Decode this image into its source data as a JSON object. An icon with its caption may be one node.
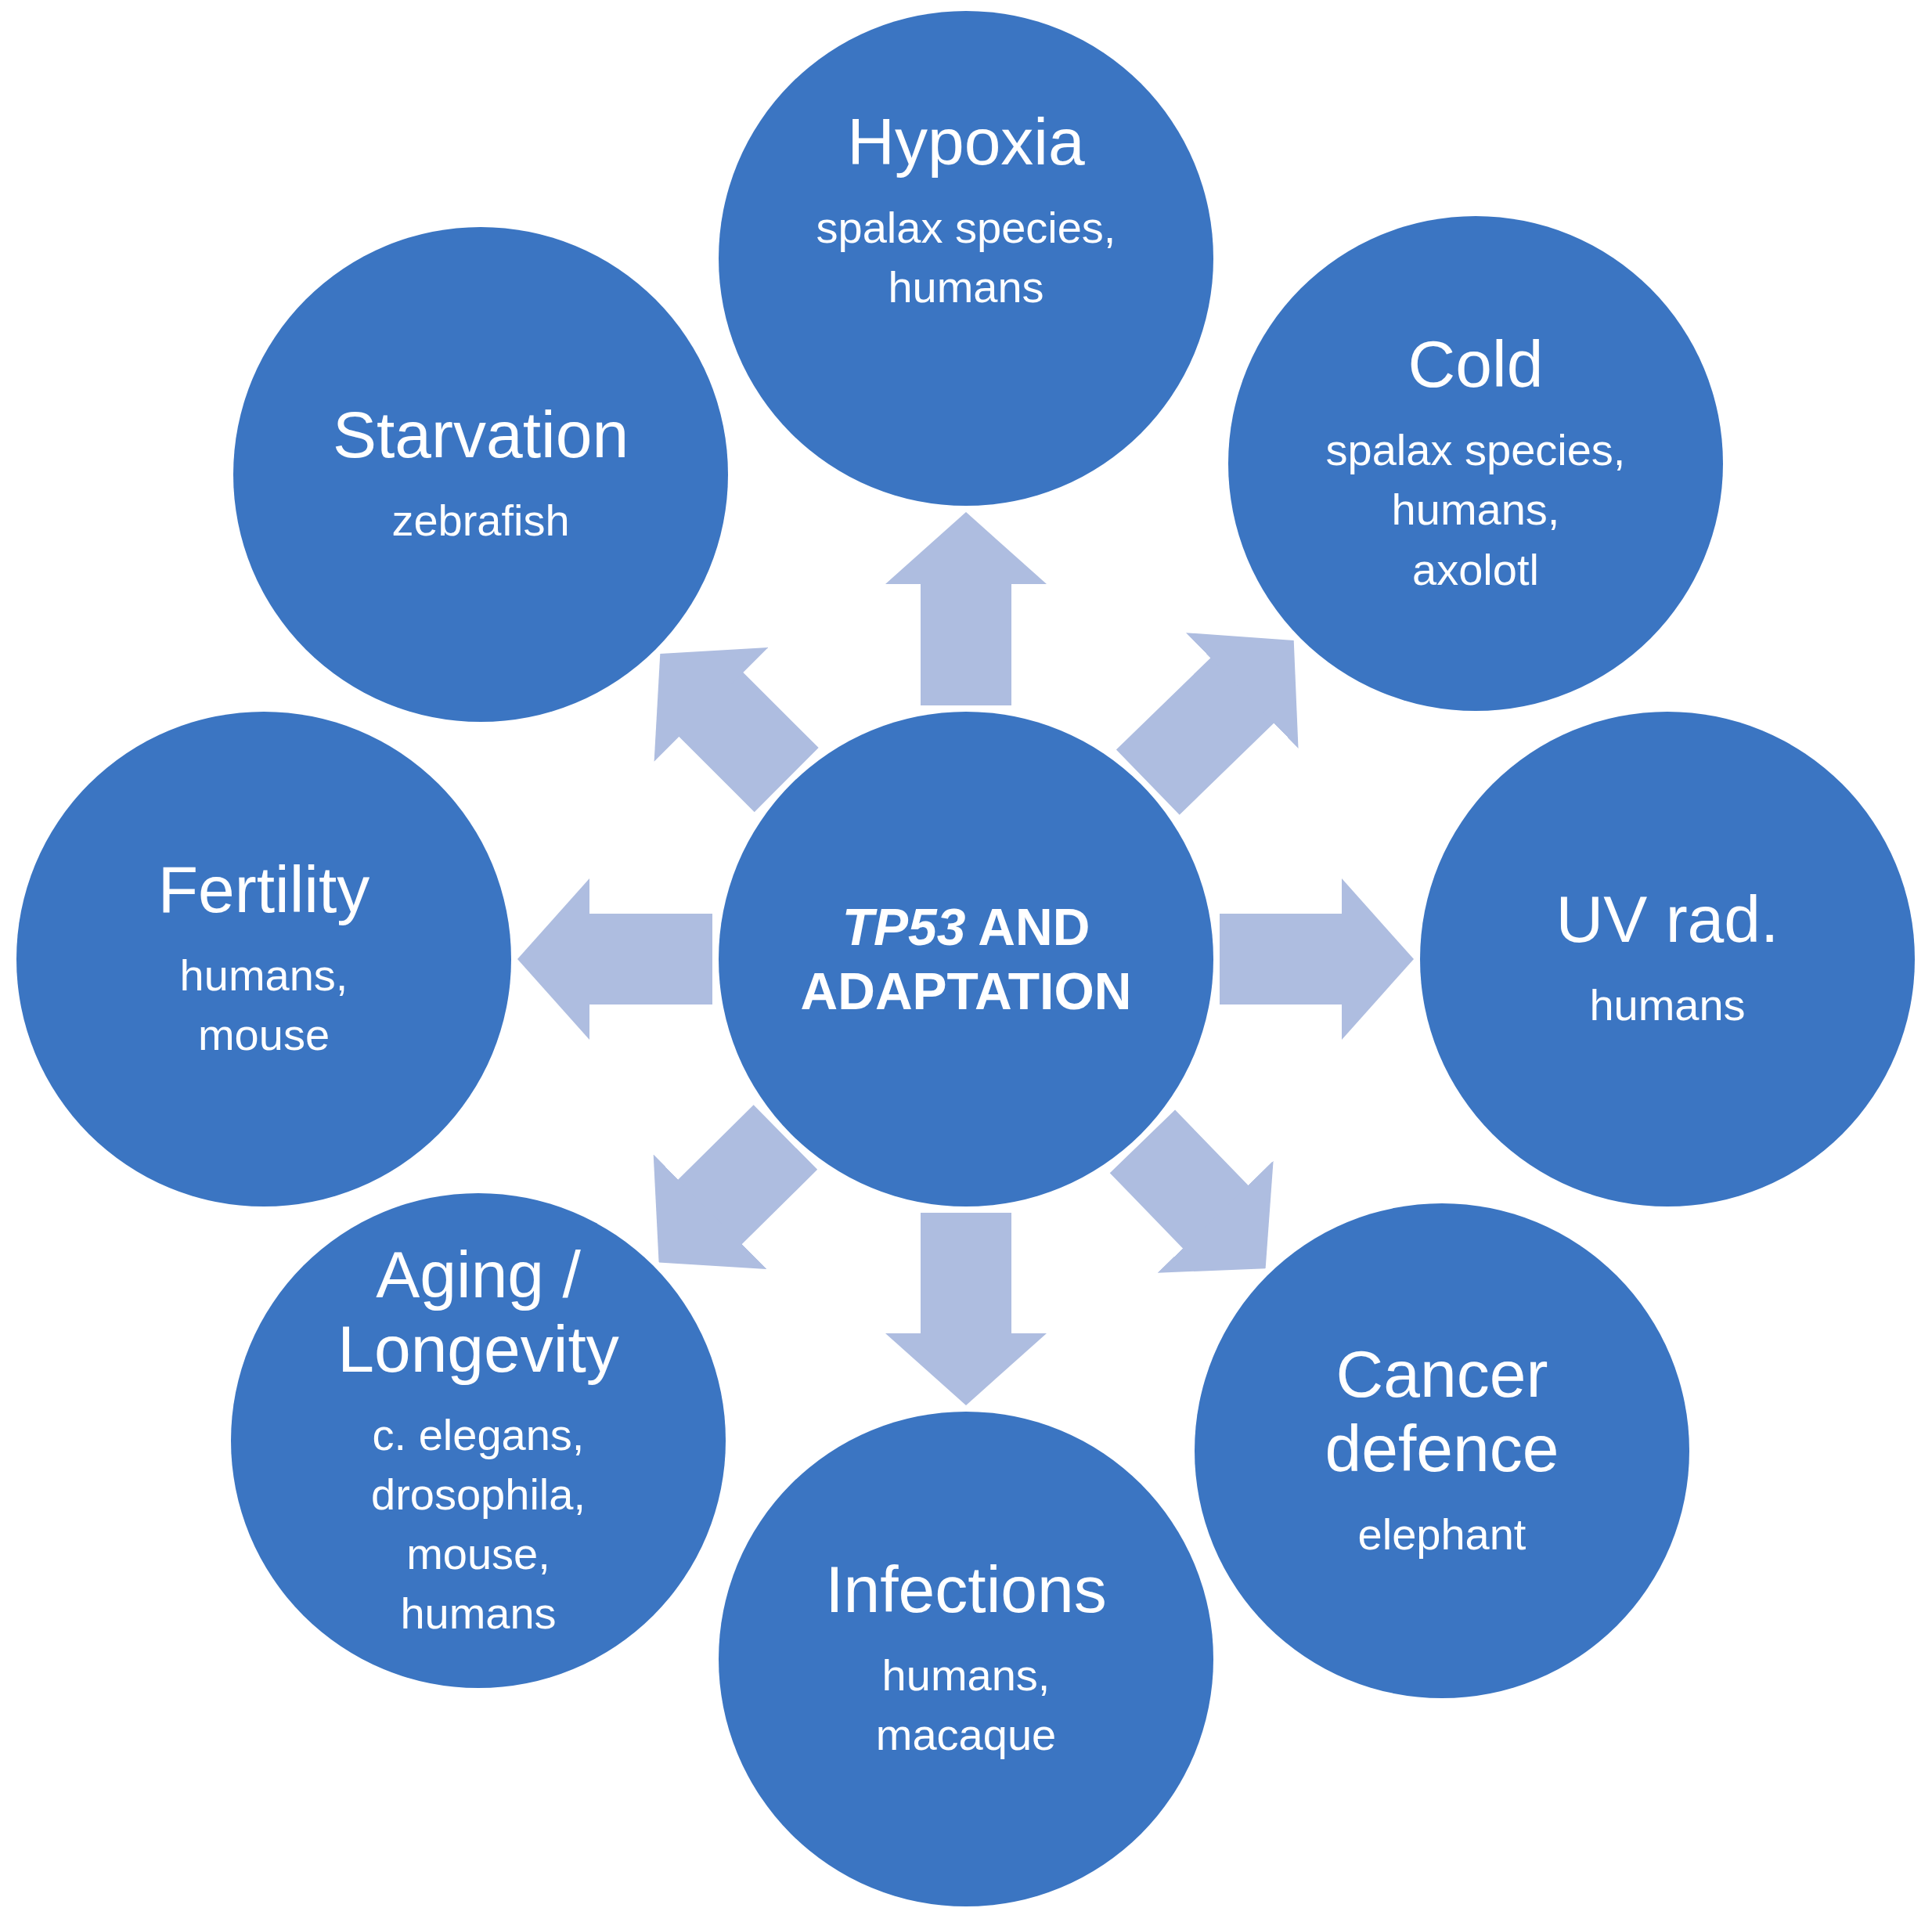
{
  "diagram": {
    "nodes": [
      {
        "text": [
          "*TP53* AND ADAPTATION"
        ]
      },
      {
        "text": [
          "Hypoxia",
          "spalax species, humans"
        ]
      },
      {
        "text": [
          "Cold",
          "spalax species, humans, axolotl"
        ]
      },
      {
        "text": [
          "UV rad.",
          "humans"
        ]
      },
      {
        "text": [
          "Cancer defence",
          "elephant"
        ]
      },
      {
        "text": [
          "Infections",
          "humans, macaque"
        ]
      },
      {
        "text": [
          "Aging / Longevity",
          "c. elegans, drosophila, mouse, humans"
        ]
      },
      {
        "text": [
          "Fertility",
          "humans, mouse"
        ]
      },
      {
        "text": [
          "Starvation",
          "zebrafish"
        ]
      }
    ],
    "edges": [
      {
        "from": 0,
        "to": 1,
        "arrow": "to"
      },
      {
        "from": 0,
        "to": 2,
        "arrow": "to"
      },
      {
        "from": 0,
        "to": 3,
        "arrow": "to"
      },
      {
        "from": 0,
        "to": 4,
        "arrow": "to"
      },
      {
        "from": 0,
        "to": 5,
        "arrow": "to"
      },
      {
        "from": 0,
        "to": 6,
        "arrow": "to"
      },
      {
        "from": 0,
        "to": 7,
        "arrow": "to"
      },
      {
        "from": 0,
        "to": 8,
        "arrow": "to"
      }
    ]
  }
}
